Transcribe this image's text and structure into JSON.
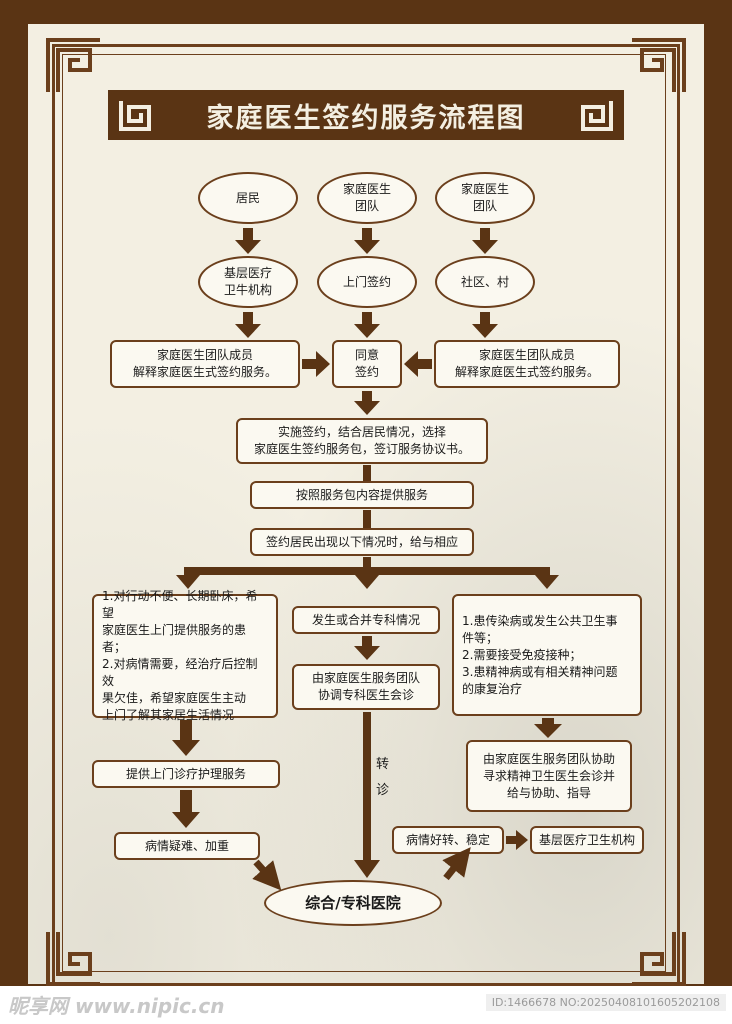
{
  "title": "家庭医生签约服务流程图",
  "nodes": {
    "resident": "居民",
    "team1": "家庭医生\n团队",
    "team2": "家庭医生\n团队",
    "grassroots": "基层医疗\n卫牛机构",
    "visit": "上门签约",
    "community": "社区、村",
    "explain_left": "家庭医生团队成员\n解释家庭医生式签约服务。",
    "agree": "同意\n签约",
    "explain_right": "家庭医生团队成员\n解释家庭医生式签约服务。",
    "implement": "实施签约，结合居民情况，选择\n家庭医生签约服务包，签订服务协议书。",
    "provide": "按照服务包内容提供服务",
    "situations": "签约居民出现以下情况时，给与相应",
    "left_cases": "1.对行动不便、长期卧床，希望\n   家庭医生上门提供服务的患\n   者；\n2.对病情需要，经治疗后控制效\n   果欠佳，希望家庭医生主动\n   上门了解其家居生活情况",
    "specialist": "发生或合并专科情况",
    "coordinate": "由家庭医生服务团队\n协调专科医生会诊",
    "right_cases": "1.患传染病或发生公共卫生事\n   件等；\n2.需要接受免疫接种；\n3.患精神病或有相关精神问题\n   的康复治疗",
    "mental": "由家庭医生服务团队协助\n寻求精神卫生医生会诊并\n给与协助、指导",
    "home_care": "提供上门诊疗护理服务",
    "difficult": "病情疑难、加重",
    "transfer": "转\n诊",
    "improved": "病情好转、稳定",
    "grassroots_end": "基层医疗卫生机构",
    "hospital": "综合/专科医院"
  },
  "footer": {
    "logo": "昵享网 www.nipic.cn",
    "id": "ID:1466678 NO:20250408101605202108"
  },
  "colors": {
    "brown": "#5a3414",
    "line": "#6b3f1c",
    "paper": "#f3efe2"
  }
}
